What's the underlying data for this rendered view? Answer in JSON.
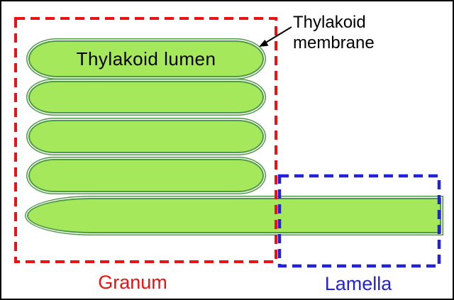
{
  "diagram": {
    "labels": {
      "thylakoid_lumen": "Thylakoid lumen",
      "thylakoid_membrane": "Thylakoid\nmembrane",
      "granum": "Granum",
      "lamella": "Lamella"
    },
    "colors": {
      "thylakoid_fill": "#a6e85c",
      "membrane_stroke": "#4d9a44",
      "granum_box": "#ee1111",
      "granum_label": "#ee1111",
      "lamella_box": "#2222dd",
      "lamella_label": "#2222dd",
      "arrow": "#000000",
      "background": "#ffffff",
      "outer_border": "#000000"
    }
  }
}
